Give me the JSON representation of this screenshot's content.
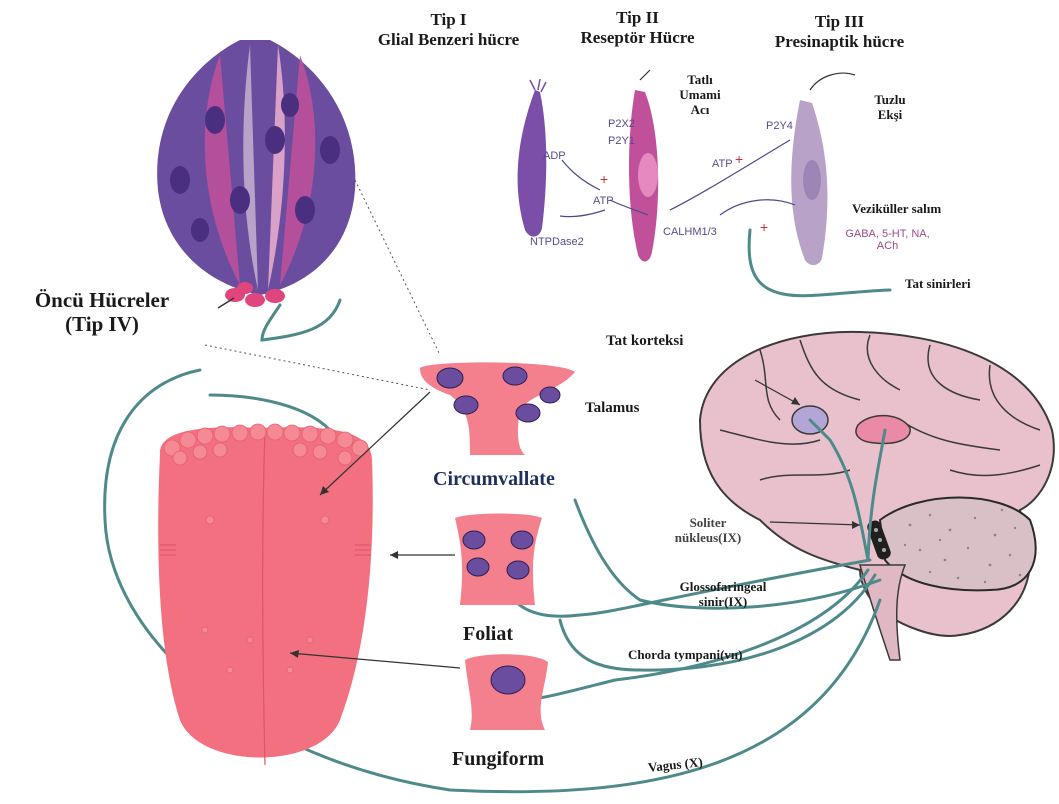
{
  "colors": {
    "nerve": "#4f8a8b",
    "tongue": "#f2707f",
    "tongue_bump": "#f58a95",
    "papilla": "#f3808c",
    "bud": "#6a4d9f",
    "brain": "#e9c1cc",
    "brain_outline": "#3a3a3a",
    "cell_purple": "#7b4fa8",
    "cell_pink": "#c0509a",
    "cell_light": "#b8a2c8",
    "cortex_blue": "#b3a5d6",
    "thalamus_pink": "#ea8aa7",
    "circumvallate_text": "#1f2f5e",
    "atp_red": "#d03030"
  },
  "labels": {
    "tip1_line1": "Tip I",
    "tip1_line2": "Glial Benzeri hücre",
    "tip2_line1": "Tip II",
    "tip2_line2": "Reseptör Hücre",
    "tip3_line1": "Tip III",
    "tip3_line2": "Presinaptik hücre",
    "tatli": "Tatlı",
    "umami": "Umami",
    "aci": "Acı",
    "tuzlu": "Tuzlu",
    "eksi": "Ekşi",
    "veziküller": "Veziküller salım",
    "tat_sinirleri": "Tat sinirleri",
    "oncu1": "Öncü Hücreler",
    "oncu2": "(Tip IV)",
    "tat_korteksi": "Tat korteksi",
    "talamus": "Talamus",
    "circumvallate": "Circumvallate",
    "soliter1": "Soliter",
    "soliter2": "nükleus(IX)",
    "glosso1": "Glossofaringeal",
    "glosso2": "sinir(IX)",
    "foliat": "Foliat",
    "chorda": "Chorda tympani(vıı)",
    "fungiform": "Fungiform",
    "vagus": "Vagus (X)"
  },
  "molecules": {
    "adp": "ADP",
    "atp_left": "ATP",
    "p2x2": "P2X2",
    "p2y1": "P2Y1",
    "ntpdase2": "NTPDase2",
    "calhm": "CALHM1/3",
    "atp_right": "ATP",
    "p2y4": "P2Y4",
    "transmitters1": "GABA, 5-HT, NA,",
    "transmitters2": "ACh"
  }
}
